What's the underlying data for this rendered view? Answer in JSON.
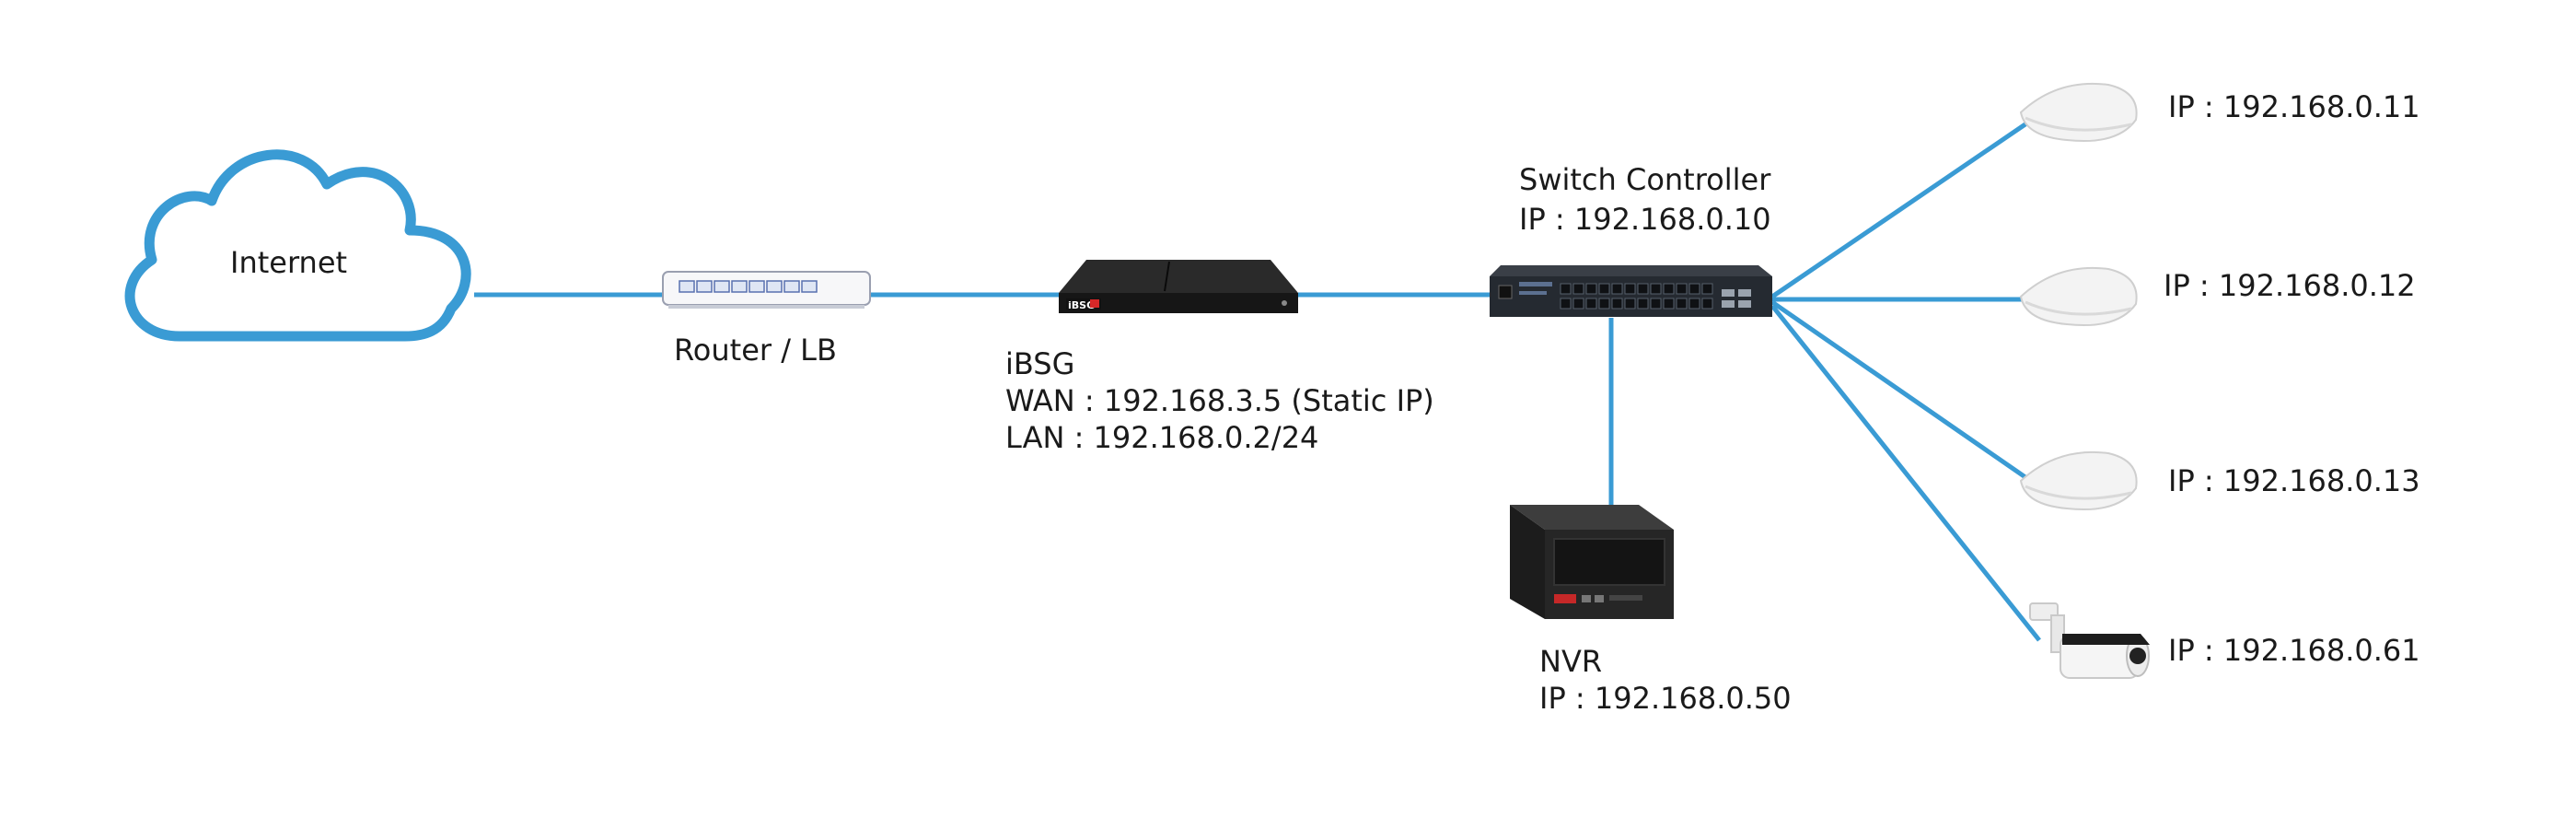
{
  "colors": {
    "link": "#3a9bd4",
    "cloud": "#3a9bd4",
    "device_dark": "#1e1e1e",
    "ap_white": "#f4f4f4"
  },
  "internet": {
    "label": "Internet"
  },
  "router": {
    "label": "Router / LB"
  },
  "ibsg": {
    "name": "iBSG",
    "wan": "WAN : 192.168.3.5 (Static IP)",
    "lan": "LAN : 192.168.0.2/24",
    "badge": "iBSG"
  },
  "switch": {
    "name": "Switch Controller",
    "ip": "IP :  192.168.0.10"
  },
  "nvr": {
    "name": "NVR",
    "ip": "IP :  192.168.0.50"
  },
  "endpoints": [
    {
      "ip": "IP :  192.168.0.11",
      "icon": "access-point-icon"
    },
    {
      "ip": "IP :  192.168.0.12",
      "icon": "access-point-icon"
    },
    {
      "ip": "IP :  192.168.0.13",
      "icon": "access-point-icon"
    },
    {
      "ip": "IP :  192.168.0.61",
      "icon": "camera-icon"
    }
  ]
}
